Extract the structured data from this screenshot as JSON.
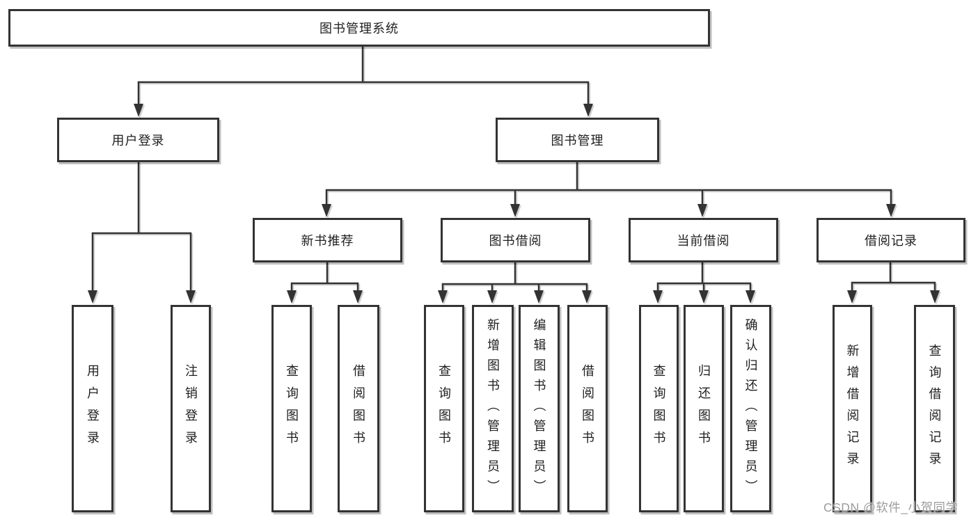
{
  "colors": {
    "line": "#333333",
    "border": "#333333",
    "text": "#1f1f1f",
    "background": "#ffffff",
    "watermark": "#9c9c9c"
  },
  "watermark": {
    "text": "CSDN @软件_小贺同学"
  },
  "tree": {
    "root": {
      "label": "图书管理系统"
    },
    "user_login": {
      "label": "用户登录",
      "children": {
        "login": {
          "label": "用户登录"
        },
        "logout": {
          "label": "注销登录"
        }
      }
    },
    "book_mgmt": {
      "label": "图书管理",
      "new_book": {
        "label": "新书推荐",
        "children": {
          "query": {
            "label": "查询图书"
          },
          "borrow": {
            "label": "借阅图书"
          }
        }
      },
      "book_borrow": {
        "label": "图书借阅",
        "children": {
          "query": {
            "label": "查询图书"
          },
          "add": {
            "label": "新增图书（管理员）"
          },
          "edit": {
            "label": "编辑图书（管理员）"
          },
          "borrow": {
            "label": "借阅图书"
          }
        }
      },
      "current_borrow": {
        "label": "当前借阅",
        "children": {
          "query": {
            "label": "查询图书"
          },
          "return": {
            "label": "归还图书"
          },
          "confirm": {
            "label": "确认归还（管理员）"
          }
        }
      },
      "borrow_record": {
        "label": "借阅记录",
        "children": {
          "add": {
            "label": "新增借阅记录"
          },
          "query": {
            "label": "查询借阅记录"
          }
        }
      }
    }
  }
}
